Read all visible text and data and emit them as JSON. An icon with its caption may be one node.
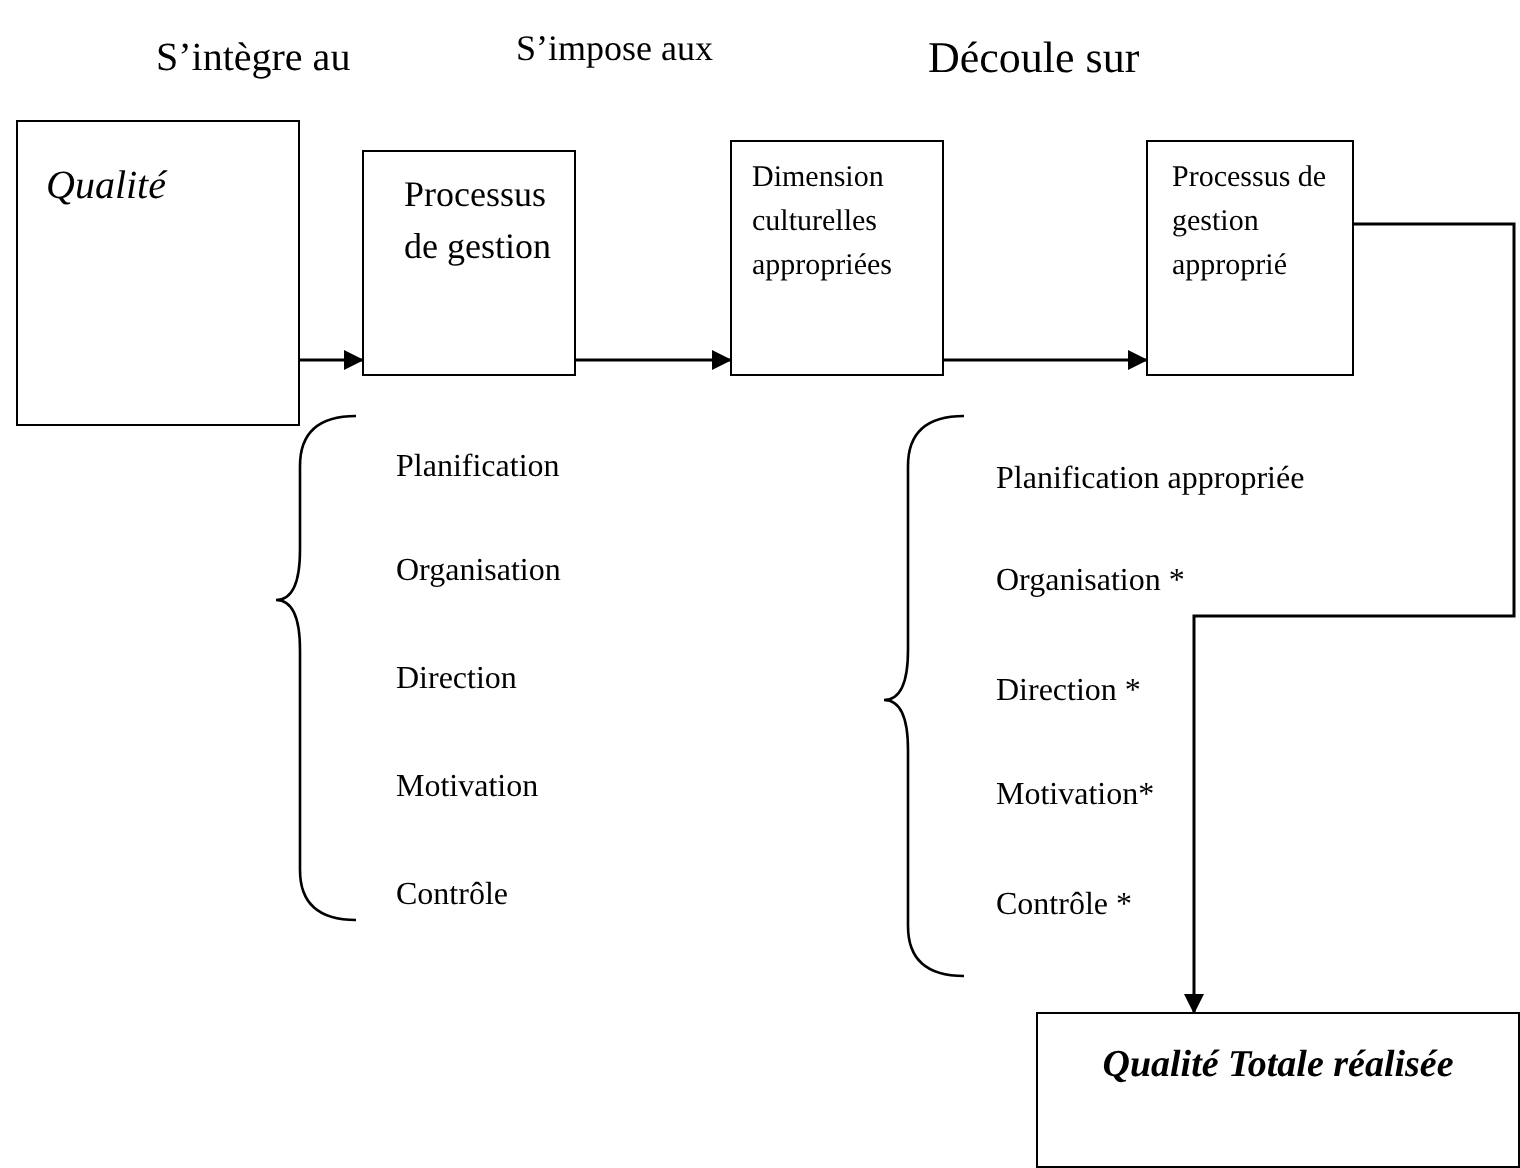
{
  "diagram": {
    "nodes": [
      {
        "text": [
          "Qualité"
        ]
      },
      {
        "text": [
          "Processus de gestion"
        ]
      },
      {
        "text": [
          "Dimension culturelles appropriées"
        ]
      },
      {
        "text": [
          "Processus de gestion approprié"
        ]
      },
      {
        "text": [
          "Qualité Totale réalisée"
        ]
      }
    ],
    "edges": [
      {
        "from": 0,
        "to": 1,
        "arrow": "to"
      },
      {
        "from": 1,
        "to": 2,
        "arrow": "to"
      },
      {
        "from": 2,
        "to": 3,
        "arrow": "to"
      },
      {
        "from": 3,
        "to": 4,
        "arrow": "to"
      }
    ],
    "labels": [
      "S’intègre au",
      "S’impose aux",
      "Découle sur",
      "Planification",
      "Organisation",
      "Direction",
      "Motivation",
      "Contrôle",
      "Planification appropriée",
      "Organisation *",
      "Direction *",
      "Motivation*",
      "Contrôle *"
    ]
  }
}
